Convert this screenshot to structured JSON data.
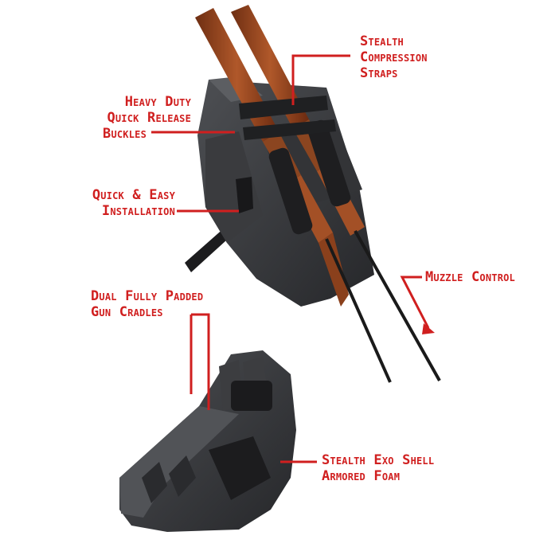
{
  "callouts": {
    "stealth_compression_straps": [
      "Stealth",
      "Compression",
      "Straps"
    ],
    "heavy_duty_buckles": [
      "Heavy Duty",
      "Quick Release",
      "Buckles"
    ],
    "quick_easy_installation": [
      "Quick & Easy",
      "Installation"
    ],
    "muzzle_control": [
      "Muzzle Control"
    ],
    "dual_padded_cradles": [
      "Dual Fully Padded",
      "Gun Cradles"
    ],
    "exo_shell_armored_foam": [
      "Stealth Exo Shell",
      "Armored Foam"
    ]
  },
  "colors": {
    "callout_red": "#d01f1f",
    "shell_dark": "#2c2d2f",
    "shell_mid": "#3c3d40",
    "shell_light": "#55575b",
    "wood": "#9a4a22",
    "barrel": "#1a1a1a"
  }
}
